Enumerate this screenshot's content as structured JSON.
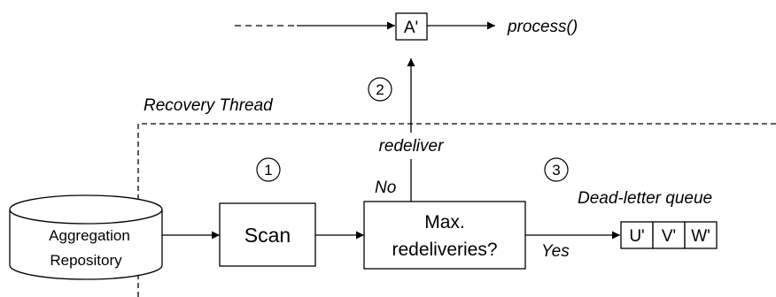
{
  "top_flow": {
    "box_label": "A'",
    "process_label": "process()"
  },
  "steps": [
    {
      "number": "1"
    },
    {
      "number": "2"
    },
    {
      "number": "3"
    }
  ],
  "recovery_thread_label": "Recovery Thread",
  "repository": {
    "line1": "Aggregation",
    "line2": "Repository"
  },
  "scan_label": "Scan",
  "decision": {
    "line1": "Max.",
    "line2": "redeliveries?"
  },
  "branch_no": "No",
  "branch_yes": "Yes",
  "redeliver_label": "redeliver",
  "dead_letter": {
    "title": "Dead-letter queue",
    "items": [
      "U'",
      "V'",
      "W'"
    ]
  }
}
